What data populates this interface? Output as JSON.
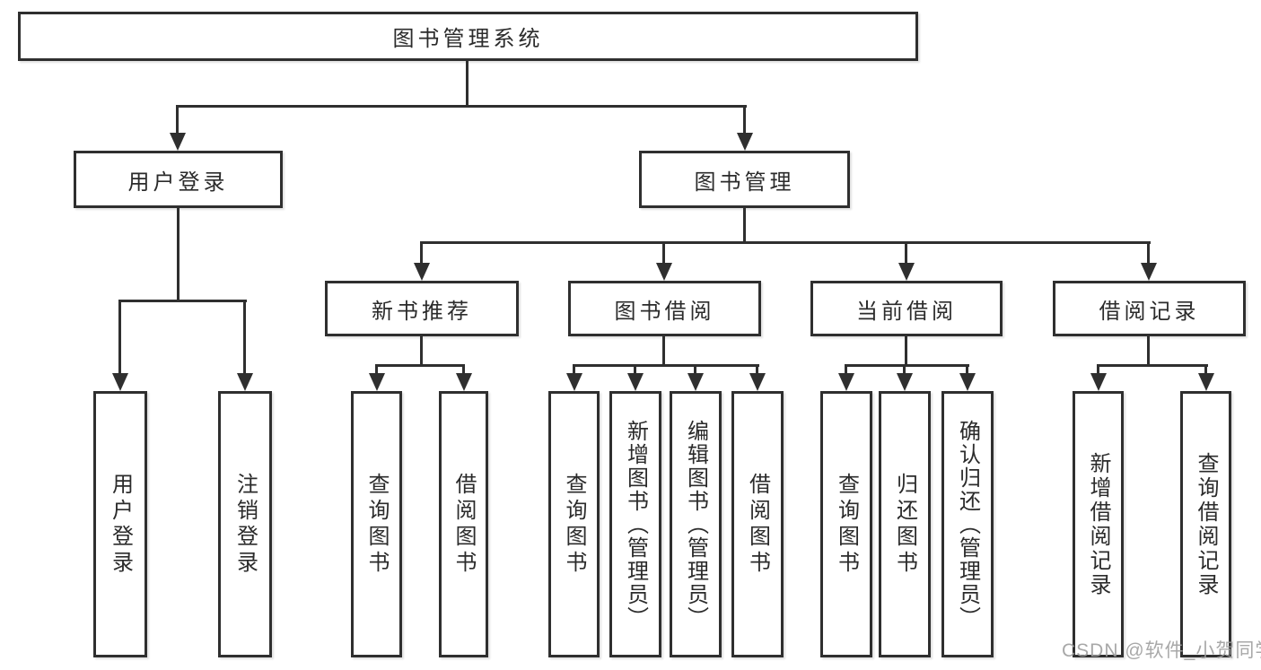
{
  "diagram": {
    "type": "tree",
    "line_color": "#2f2f2f",
    "background": "#ffffff",
    "root": {
      "label": "图书管理系统"
    },
    "level2": [
      {
        "label": "用户登录",
        "leaves": [
          "用户登录",
          "注销登录"
        ]
      },
      {
        "label": "图书管理",
        "children": [
          {
            "label": "新书推荐",
            "leaves": [
              "查询图书",
              "借阅图书"
            ]
          },
          {
            "label": "图书借阅",
            "leaves": [
              "查询图书",
              "新增图书（管理员）",
              "编辑图书（管理员）",
              "借阅图书"
            ]
          },
          {
            "label": "当前借阅",
            "leaves": [
              "查询图书",
              "归还图书",
              "确认归还（管理员）"
            ]
          },
          {
            "label": "借阅记录",
            "leaves": [
              "新增借阅记录",
              "查询借阅记录"
            ]
          }
        ]
      }
    ]
  },
  "watermark": {
    "text": "CSDN @软件_小贺同学",
    "color": "#9e9e9e"
  }
}
